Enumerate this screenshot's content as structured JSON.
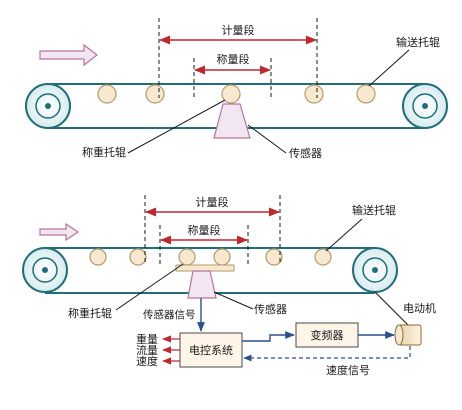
{
  "top": {
    "measuring_section": "计量段",
    "weighing_section": "称量段",
    "conveyor_roller": "输送托辊",
    "weighing_roller": "称重托辊",
    "sensor": "传感器"
  },
  "bottom": {
    "measuring_section": "计量段",
    "weighing_section": "称量段",
    "conveyor_roller": "输送托辊",
    "weighing_roller": "称重托辊",
    "sensor": "传感器",
    "sensor_signal": "传感器信号",
    "motor": "电动机",
    "frequency_converter": "变频器",
    "control_system": "电控系统",
    "speed_signal": "速度信号",
    "outputs": [
      "重量",
      "流量",
      "速度"
    ]
  },
  "colors": {
    "belt_line": "#1f6e78",
    "dimension_red": "#c0282d",
    "roller_fill": "#f7e9cf",
    "roller_stroke": "#b59a6a",
    "pulley_stroke": "#1f6e78",
    "arrow_fill": "#f2e6f2",
    "arrow_stroke": "#b9749c",
    "box_fill": "#fdf6e8",
    "signal_blue": "#2a4f8f"
  }
}
